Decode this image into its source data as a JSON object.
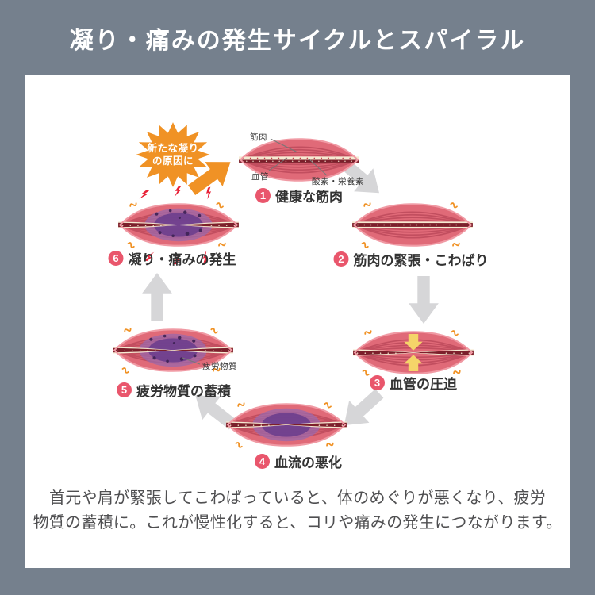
{
  "page": {
    "background": "#75808d",
    "card_background": "#ffffff"
  },
  "header": {
    "title": "凝り・痛みの発生サイクルとスパイラル"
  },
  "diagram": {
    "starburst": {
      "line1": "新たな凝り",
      "line2": "の原因に"
    },
    "steps": [
      {
        "num": "1",
        "label": "健康な筋肉"
      },
      {
        "num": "2",
        "label": "筋肉の緊張・こわばり"
      },
      {
        "num": "3",
        "label": "血管の圧迫"
      },
      {
        "num": "4",
        "label": "血流の悪化"
      },
      {
        "num": "5",
        "label": "疲労物質の蓄積"
      },
      {
        "num": "6",
        "label": "凝り・痛みの発生"
      }
    ],
    "annotations": {
      "muscle": "筋肉",
      "vessel": "血管",
      "nutrients": "酸素・栄養素",
      "fatigue": "疲労物質"
    },
    "colors": {
      "musclePink": "#e06a78",
      "muscleStripe": "#c24e5f",
      "muscleRim": "#f09aa4",
      "bandCream": "#f6ead2",
      "bandDark": "#7c1f2b",
      "bandDotRed": "#c43a47",
      "purpleOuter": "#9a68ab",
      "purpleInner": "#6d3e8d",
      "fatigueDot": "#3f2356",
      "accentOrange": "#f09225",
      "pressYellow": "#f5d469",
      "boltRed": "#e82238",
      "arrowGray": "#d6d6d8",
      "numberCircle": "#e9566c"
    }
  },
  "description": {
    "line1": "首元や肩が緊張してこわばっていると、体のめぐりが悪くなり、疲労",
    "line2": "物質の蓄積に。これが慢性化すると、コリや痛みの発生につながります。"
  }
}
